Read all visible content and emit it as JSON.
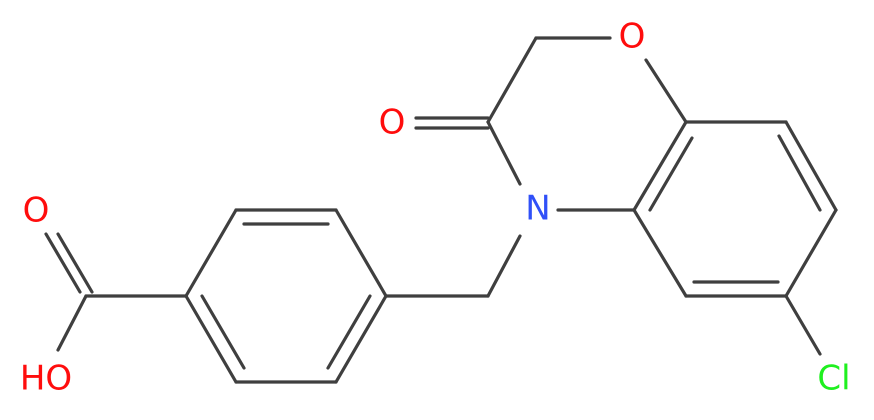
{
  "molecule": {
    "atoms": {
      "O_ring": {
        "label": "O",
        "color": "#ff0d0d"
      },
      "O_carbonyl": {
        "label": "O",
        "color": "#ff0d0d"
      },
      "N_ring": {
        "label": "N",
        "color": "#3050f8"
      },
      "O_acid": {
        "label": "O",
        "color": "#ff0d0d"
      },
      "OH_acid": {
        "label": "HO",
        "color": "#ff0d0d"
      },
      "Cl": {
        "label": "Cl",
        "color": "#1ff01f"
      }
    },
    "bond_color": "#3f3f3f"
  }
}
